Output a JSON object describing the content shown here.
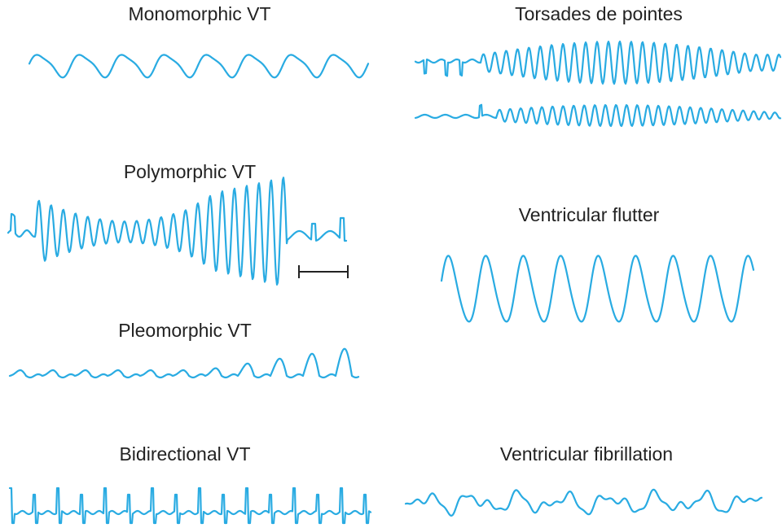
{
  "colors": {
    "trace": "#29abe2",
    "text": "#222222",
    "scale_bar": "#222222"
  },
  "panels": {
    "monomorphic": {
      "label": "Monomorphic VT"
    },
    "torsades": {
      "label": "Torsades de pointes"
    },
    "polymorphic": {
      "label": "Polymorphic VT"
    },
    "flutter": {
      "label": "Ventricular flutter"
    },
    "pleomorphic": {
      "label": "Pleomorphic VT"
    },
    "bidirectional": {
      "label": "Bidirectional VT"
    },
    "fibrillation": {
      "label": "Ventricular fibrillation"
    }
  }
}
